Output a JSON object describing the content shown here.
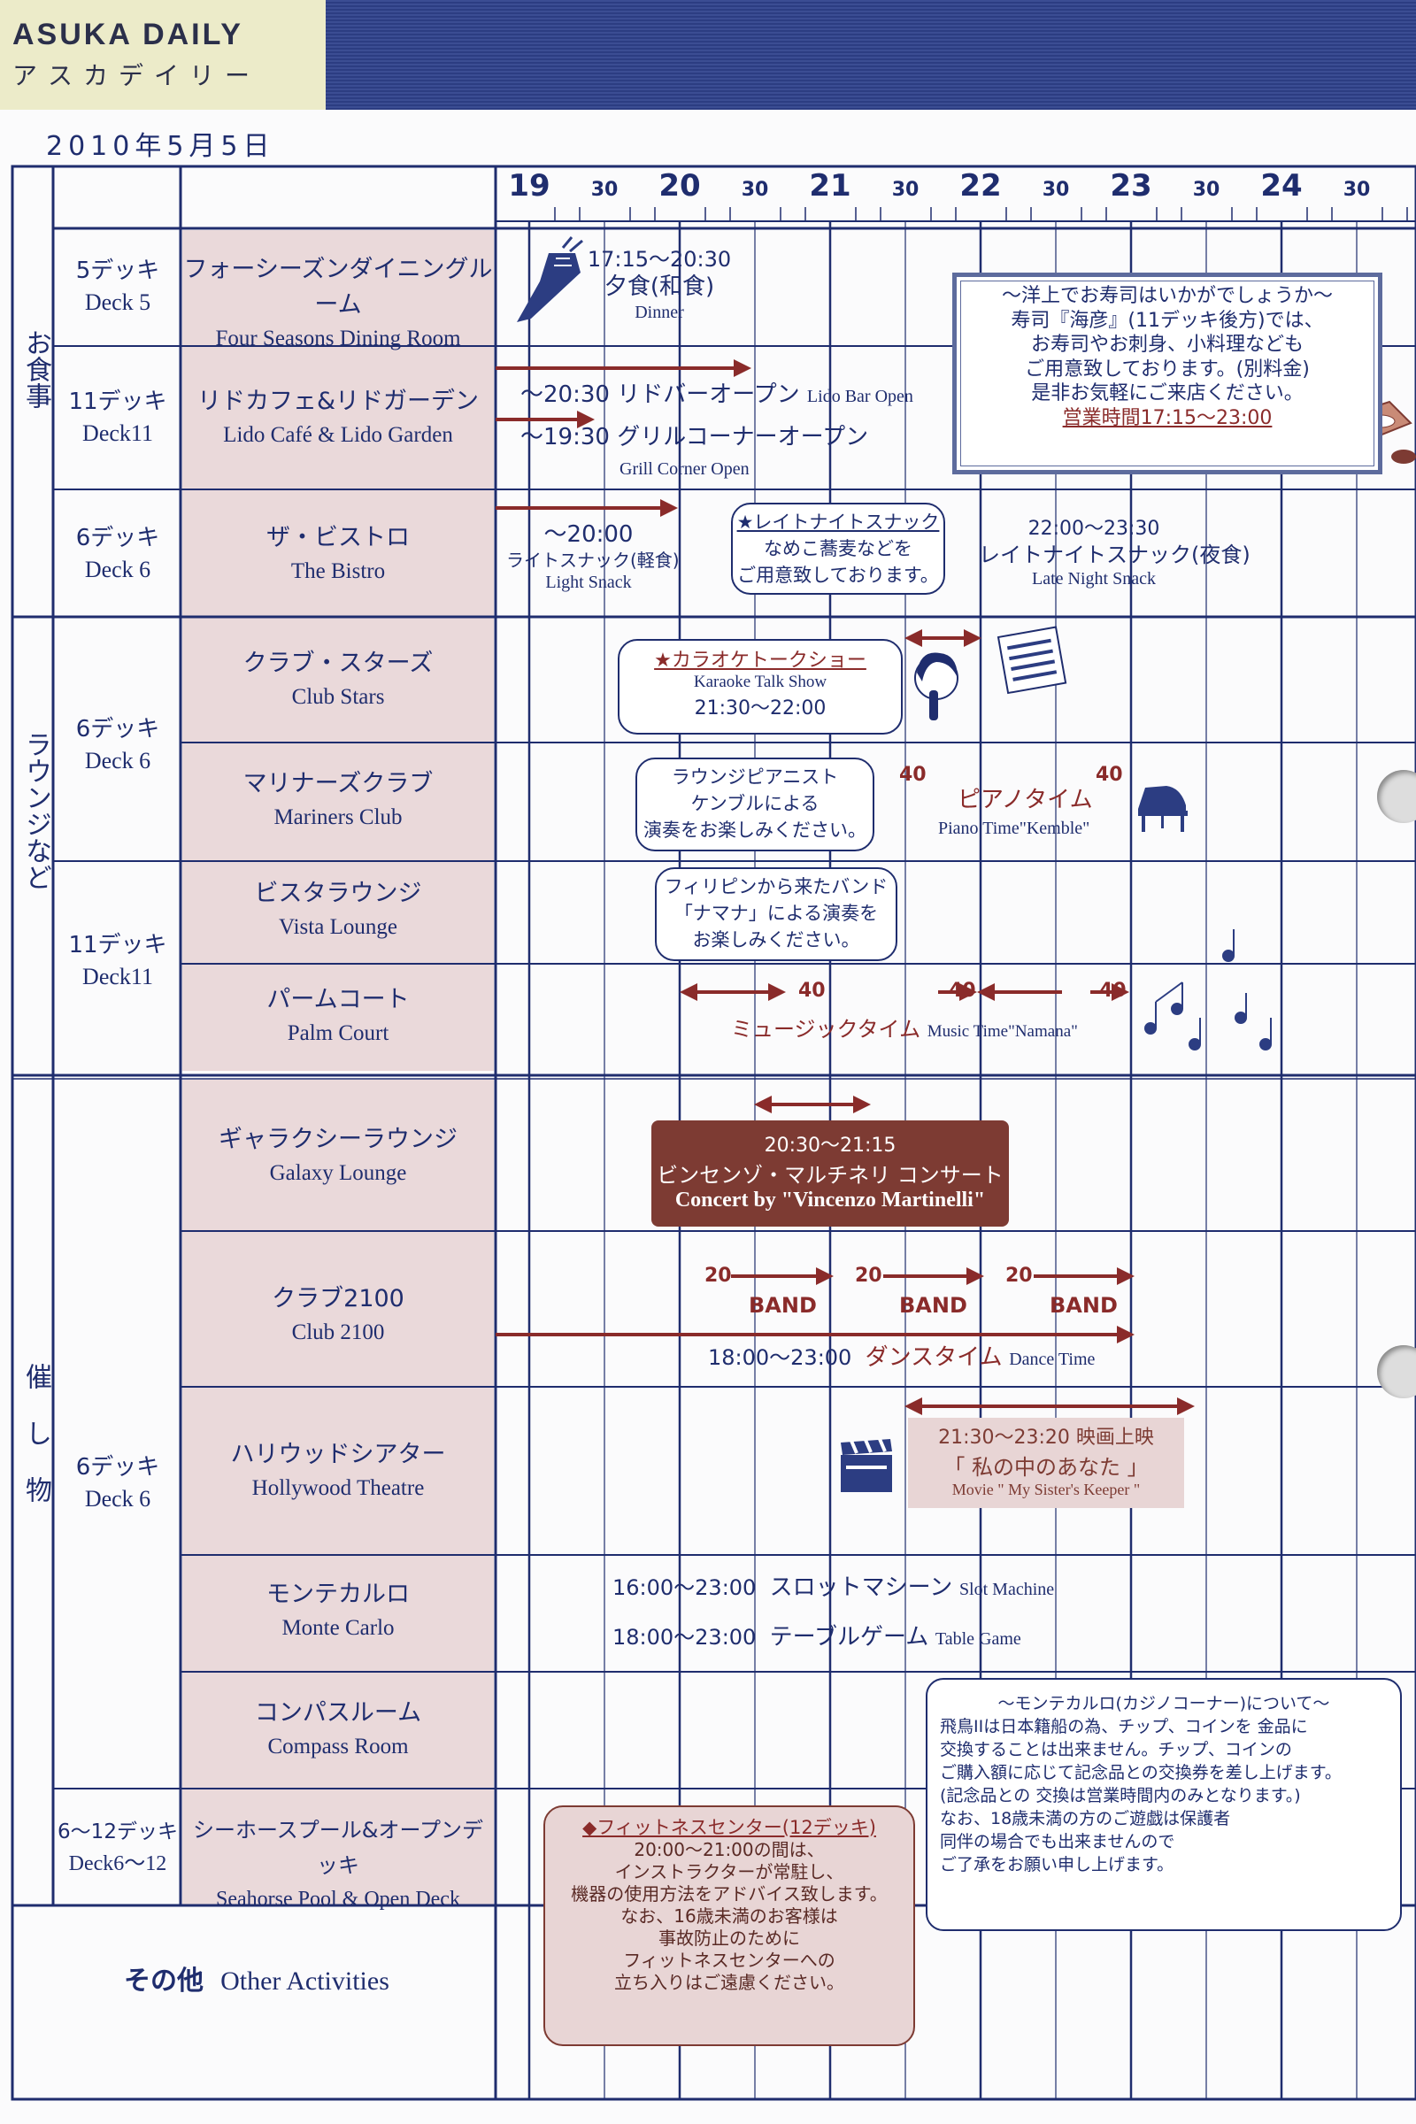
{
  "header": {
    "title_en": "ASUKA DAILY",
    "title_jp": "アスカデイリー",
    "date": "2010年5月5日"
  },
  "colors": {
    "navy": "#1f2d6e",
    "cell_shade": "#ead9da",
    "accent_red": "#8a2b2a",
    "brown_box": "#7d3b33",
    "header_band": "#2c3d82"
  },
  "timeline": {
    "hours": [
      "19",
      "20",
      "21",
      "22",
      "23",
      "24"
    ],
    "half_label": "30"
  },
  "categories": {
    "dining": "お食事",
    "lounges": "ラウンジなど",
    "events": "催し物"
  },
  "decks": {
    "d5": {
      "jp": "5デッキ",
      "en": "Deck 5"
    },
    "d11a": {
      "jp": "11デッキ",
      "en": "Deck11"
    },
    "d6a": {
      "jp": "6デッキ",
      "en": "Deck 6"
    },
    "d6b": {
      "jp": "6デッキ",
      "en": "Deck 6"
    },
    "d11b": {
      "jp": "11デッキ",
      "en": "Deck11"
    },
    "d6c": {
      "jp": "6デッキ",
      "en": "Deck 6"
    },
    "d612": {
      "jp": "6〜12デッキ",
      "en": "Deck6〜12"
    }
  },
  "venues": {
    "four_seasons": {
      "jp": "フォーシーズンダイニングルーム",
      "en": "Four Seasons Dining Room"
    },
    "lido": {
      "jp": "リドカフェ&リドガーデン",
      "en": "Lido Café & Lido Garden"
    },
    "bistro": {
      "jp": "ザ・ビストロ",
      "en": "The Bistro"
    },
    "club_stars": {
      "jp": "クラブ・スターズ",
      "en": "Club Stars"
    },
    "mariners": {
      "jp": "マリナーズクラブ",
      "en": "Mariners Club"
    },
    "vista": {
      "jp": "ビスタラウンジ",
      "en": "Vista Lounge"
    },
    "palm": {
      "jp": "パームコート",
      "en": "Palm Court"
    },
    "galaxy": {
      "jp": "ギャラクシーラウンジ",
      "en": "Galaxy Lounge"
    },
    "club2100": {
      "jp": "クラブ2100",
      "en": "Club 2100"
    },
    "hollywood": {
      "jp": "ハリウッドシアター",
      "en": "Hollywood Theatre"
    },
    "monte": {
      "jp": "モンテカルロ",
      "en": "Monte Carlo"
    },
    "compass": {
      "jp": "コンパスルーム",
      "en": "Compass Room"
    },
    "seahorse": {
      "jp": "シーホースプール&オープンデッキ",
      "en": "Seahorse Pool & Open Deck"
    },
    "other": {
      "jp": "その他",
      "en": "Other Activities"
    }
  },
  "events": {
    "dinner": {
      "time": "17:15〜20:30",
      "jp": "夕食(和食)",
      "en": "Dinner"
    },
    "lido_bar": {
      "time": "〜20:30",
      "jp": "リドバーオープン",
      "en": "Lido Bar Open"
    },
    "grill": {
      "time": "〜19:30",
      "jp": "グリルコーナーオープン",
      "en": "Grill Corner Open"
    },
    "light_snack": {
      "time": "〜20:00",
      "jp": "ライトスナック(軽食)",
      "en": "Light Snack"
    },
    "late_night_bubble": {
      "title": "★レイトナイトスナック",
      "line1": "なめこ蕎麦などを",
      "line2": "ご用意致しております。"
    },
    "late_night": {
      "time": "22:00〜23:30",
      "jp": "レイトナイトスナック(夜食)",
      "en": "Late Night Snack"
    },
    "karaoke": {
      "title": "★カラオケトークショー",
      "en": "Karaoke Talk Show",
      "time": "21:30〜22:00"
    },
    "pianist_bubble": {
      "line1": "ラウンジピアニスト",
      "line2": "ケンブルによる",
      "line3": "演奏をお楽しみください。"
    },
    "piano": {
      "jp": "ピアノタイム",
      "en": "Piano Time\"Kemble\"",
      "n1": "40",
      "n2": "40"
    },
    "band_bubble": {
      "line1": "フィリピンから来たバンド",
      "line2": "「ナマナ」による演奏を",
      "line3": "お楽しみください。"
    },
    "music": {
      "jp": "ミュージックタイム",
      "en": "Music Time\"Namana\"",
      "n1": "40",
      "n2": "40",
      "n3": "40"
    },
    "concert": {
      "time": "20:30〜21:15",
      "jp": "ビンセンゾ・マルチネリ コンサート",
      "en": "Concert  by \"Vincenzo Martinelli\""
    },
    "band": {
      "n": "20",
      "label": "BAND"
    },
    "dance": {
      "time": "18:00〜23:00",
      "jp": "ダンスタイム",
      "en": "Dance Time"
    },
    "movie": {
      "line1": "21:30〜23:20 映画上映",
      "line2": "「 私の中のあなた 」",
      "en": "Movie \" My Sister's Keeper \""
    },
    "slot": {
      "time": "16:00〜23:00",
      "jp": "スロットマシーン",
      "en": "Slot Machine"
    },
    "table": {
      "time": "18:00〜23:00",
      "jp": "テーブルゲーム",
      "en": "Table Game"
    }
  },
  "sushi_note": {
    "line1": "〜洋上でお寿司はいかがでしょうか〜",
    "line2": "寿司『海彦』(11デッキ後方)では、",
    "line3": "お寿司やお刺身、小料理なども",
    "line4": "ご用意致しております。(別料金)",
    "line5": "是非お気軽にご来店ください。",
    "line6": "営業時間17:15〜23:00",
    "logo": "海彦"
  },
  "fitness_note": {
    "title": "◆フィットネスセンター(12デッキ)",
    "line1": "20:00〜21:00の間は、",
    "line2": "インストラクターが常駐し、",
    "line3": "機器の使用方法をアドバイス致します。",
    "line4": "なお、16歳未満のお客様は",
    "line5": "事故防止のために",
    "line6": "フィットネスセンターへの",
    "line7": "立ち入りはご遠慮ください。"
  },
  "casino_note": {
    "title": "〜モンテカルロ(カジノコーナー)について〜",
    "line1": "飛鳥IIは日本籍船の為、チップ、コインを 金品に",
    "line2": "交換することは出来ません。チップ、コインの",
    "line3": "ご購入額に応じて記念品との交換券を差し上げます。",
    "line4": "(記念品との 交換は営業時間内のみとなります。)",
    "line5": "なお、18歳未満の方のご遊戯は保護者",
    "line6": "同伴の場合でも出来ませんので",
    "line7": "ご了承をお願い申し上げます。"
  }
}
